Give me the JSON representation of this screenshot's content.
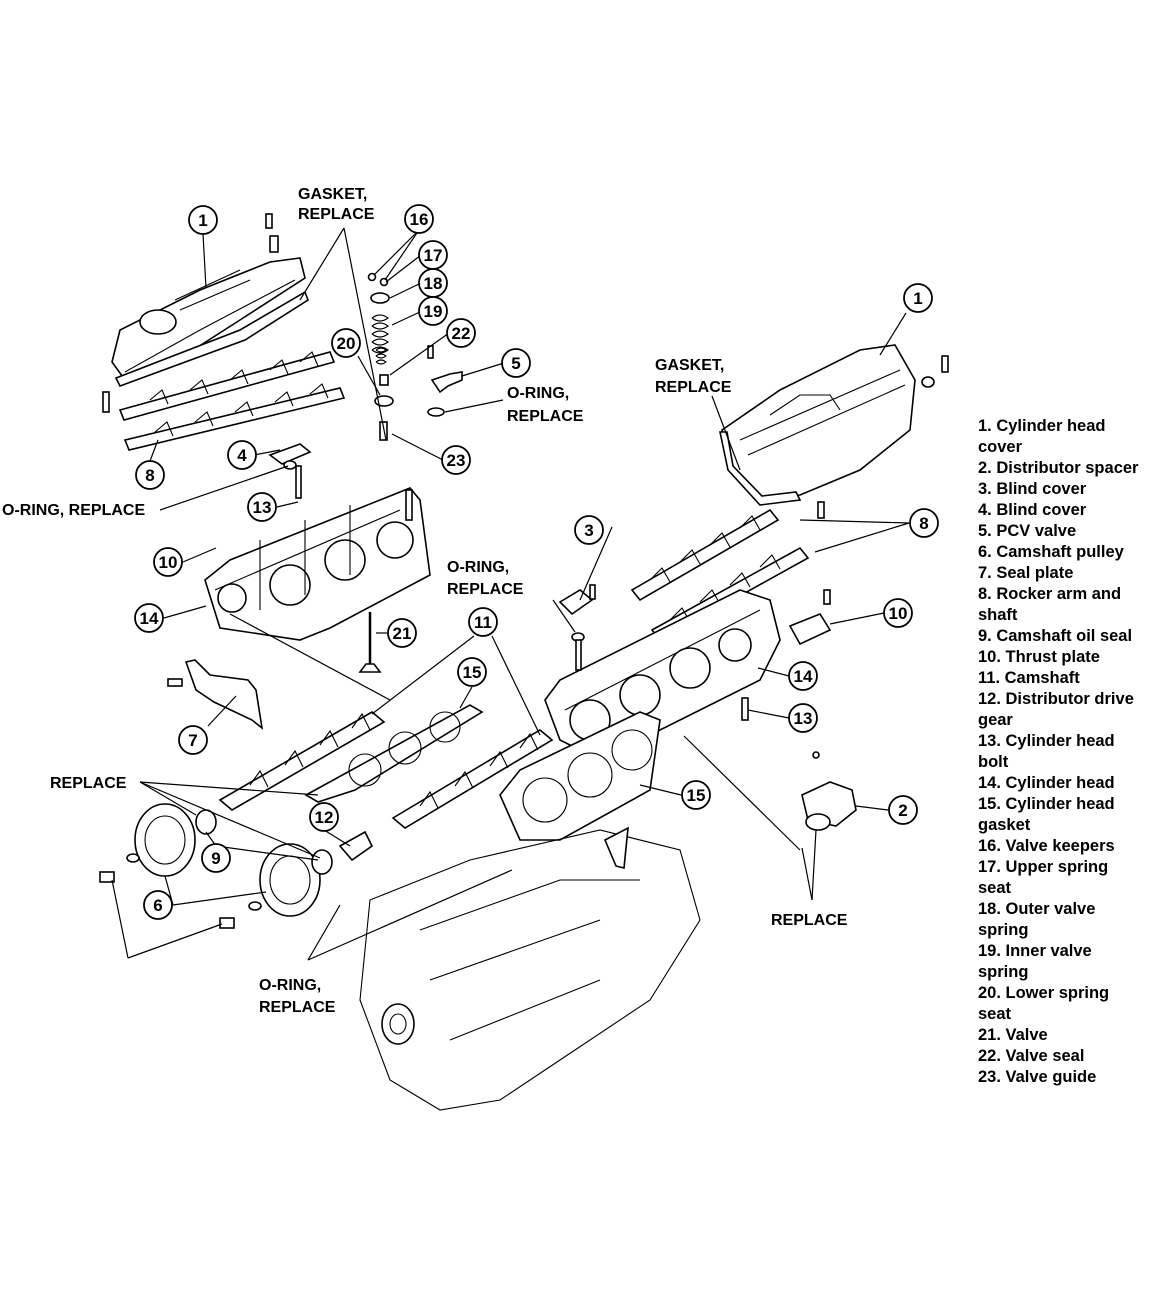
{
  "callouts": {
    "c1a": "1",
    "c1b": "1",
    "c2": "2",
    "c3": "3",
    "c4": "4",
    "c5": "5",
    "c6": "6",
    "c7": "7",
    "c8a": "8",
    "c8b": "8",
    "c9": "9",
    "c10a": "10",
    "c10b": "10",
    "c11": "11",
    "c12": "12",
    "c13a": "13",
    "c13b": "13",
    "c14a": "14",
    "c14b": "14",
    "c15a": "15",
    "c15b": "15",
    "c16": "16",
    "c17": "17",
    "c18": "18",
    "c19": "19",
    "c20": "20",
    "c21": "21",
    "c22": "22",
    "c23": "23"
  },
  "labels": {
    "gasket_left_1": "GASKET,",
    "gasket_left_2": "REPLACE",
    "gasket_right_1": "GASKET,",
    "gasket_right_2": "REPLACE",
    "oring_pcv_1": "O-RING,",
    "oring_pcv_2": "REPLACE",
    "oring_left": "O-RING, REPLACE",
    "oring_mid_1": "O-RING,",
    "oring_mid_2": "REPLACE",
    "replace_left": "REPLACE",
    "replace_right": "REPLACE",
    "oring_bottom_1": "O-RING,",
    "oring_bottom_2": "REPLACE"
  },
  "legend": [
    "1. Cylinder head",
    "cover",
    "2. Distributor spacer",
    "3. Blind cover",
    "4. Blind cover",
    "5. PCV valve",
    "6. Camshaft pulley",
    "7. Seal plate",
    "8. Rocker arm and",
    "shaft",
    "9. Camshaft oil seal",
    "10. Thrust plate",
    "11. Camshaft",
    "12. Distributor drive",
    "gear",
    "13. Cylinder head",
    "bolt",
    "14. Cylinder head",
    "15. Cylinder head",
    "gasket",
    "16. Valve keepers",
    "17. Upper spring",
    "seat",
    "18. Outer valve",
    "spring",
    "19. Inner valve",
    "spring",
    "20. Lower spring",
    "seat",
    "21. Valve",
    "22. Valve seal",
    "23. Valve guide"
  ]
}
